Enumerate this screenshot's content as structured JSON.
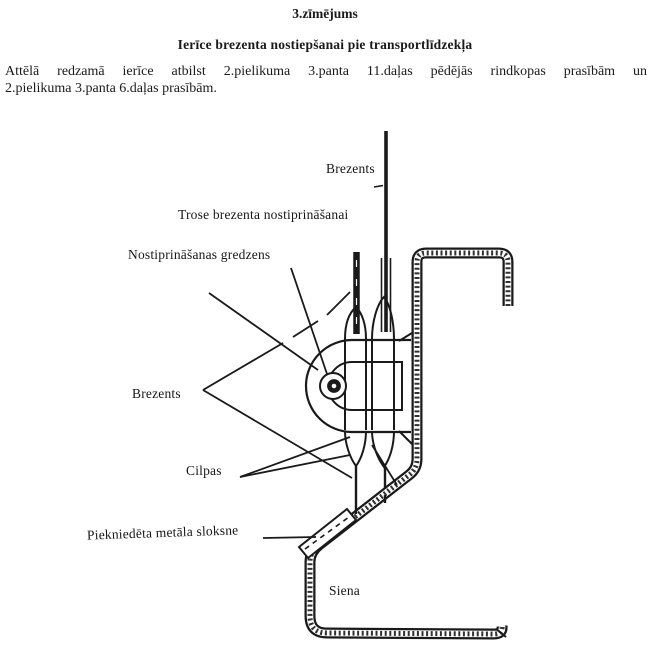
{
  "document": {
    "figure_number": "3.zīmējums",
    "figure_title": "Ierīce brezenta nostiepšanai pie transportlīdzekļa",
    "body_line1": "Attēlā redzamā ierīce atbilst 2.pielikuma 3.panta 11.daļas pēdējās rindkopas prasībām un",
    "body_line2": "2.pielikuma 3.panta 6.daļas prasībām."
  },
  "diagram": {
    "labels": {
      "tarpaulin_top": "Brezents",
      "cable": "Trose brezenta nostiprināšanai",
      "fixing_ring": "Nostiprināšanas gredzens",
      "tarpaulin_left": "Brezents",
      "loops": "Cilpas",
      "metal_strip": "Piekniedēta metāla sloksne",
      "wall": "Siena"
    }
  },
  "colors": {
    "ink": "#1a1a1a",
    "paper": "#ffffff"
  }
}
